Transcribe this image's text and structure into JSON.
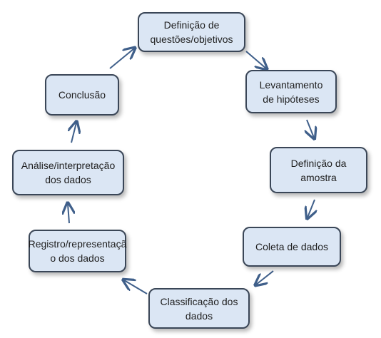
{
  "diagram": {
    "colors": {
      "box_fill": "#dbe6f4",
      "box_border": "#3a4657",
      "arrow": "#3f5f8a",
      "text": "#1f1f1f"
    },
    "steps": [
      {
        "label": "Definição de\nquestões/objetivos"
      },
      {
        "label": "Levantamento\nde hipóteses"
      },
      {
        "label": "Definição da\namostra"
      },
      {
        "label": "Coleta de dados"
      },
      {
        "label": "Classificação dos\ndados"
      },
      {
        "label": "Registro/representaçã\no dos dados"
      },
      {
        "label": "Análise/interpretação\ndos dados"
      },
      {
        "label": "Conclusão"
      }
    ],
    "arrow_icon": "arrow-icon"
  }
}
